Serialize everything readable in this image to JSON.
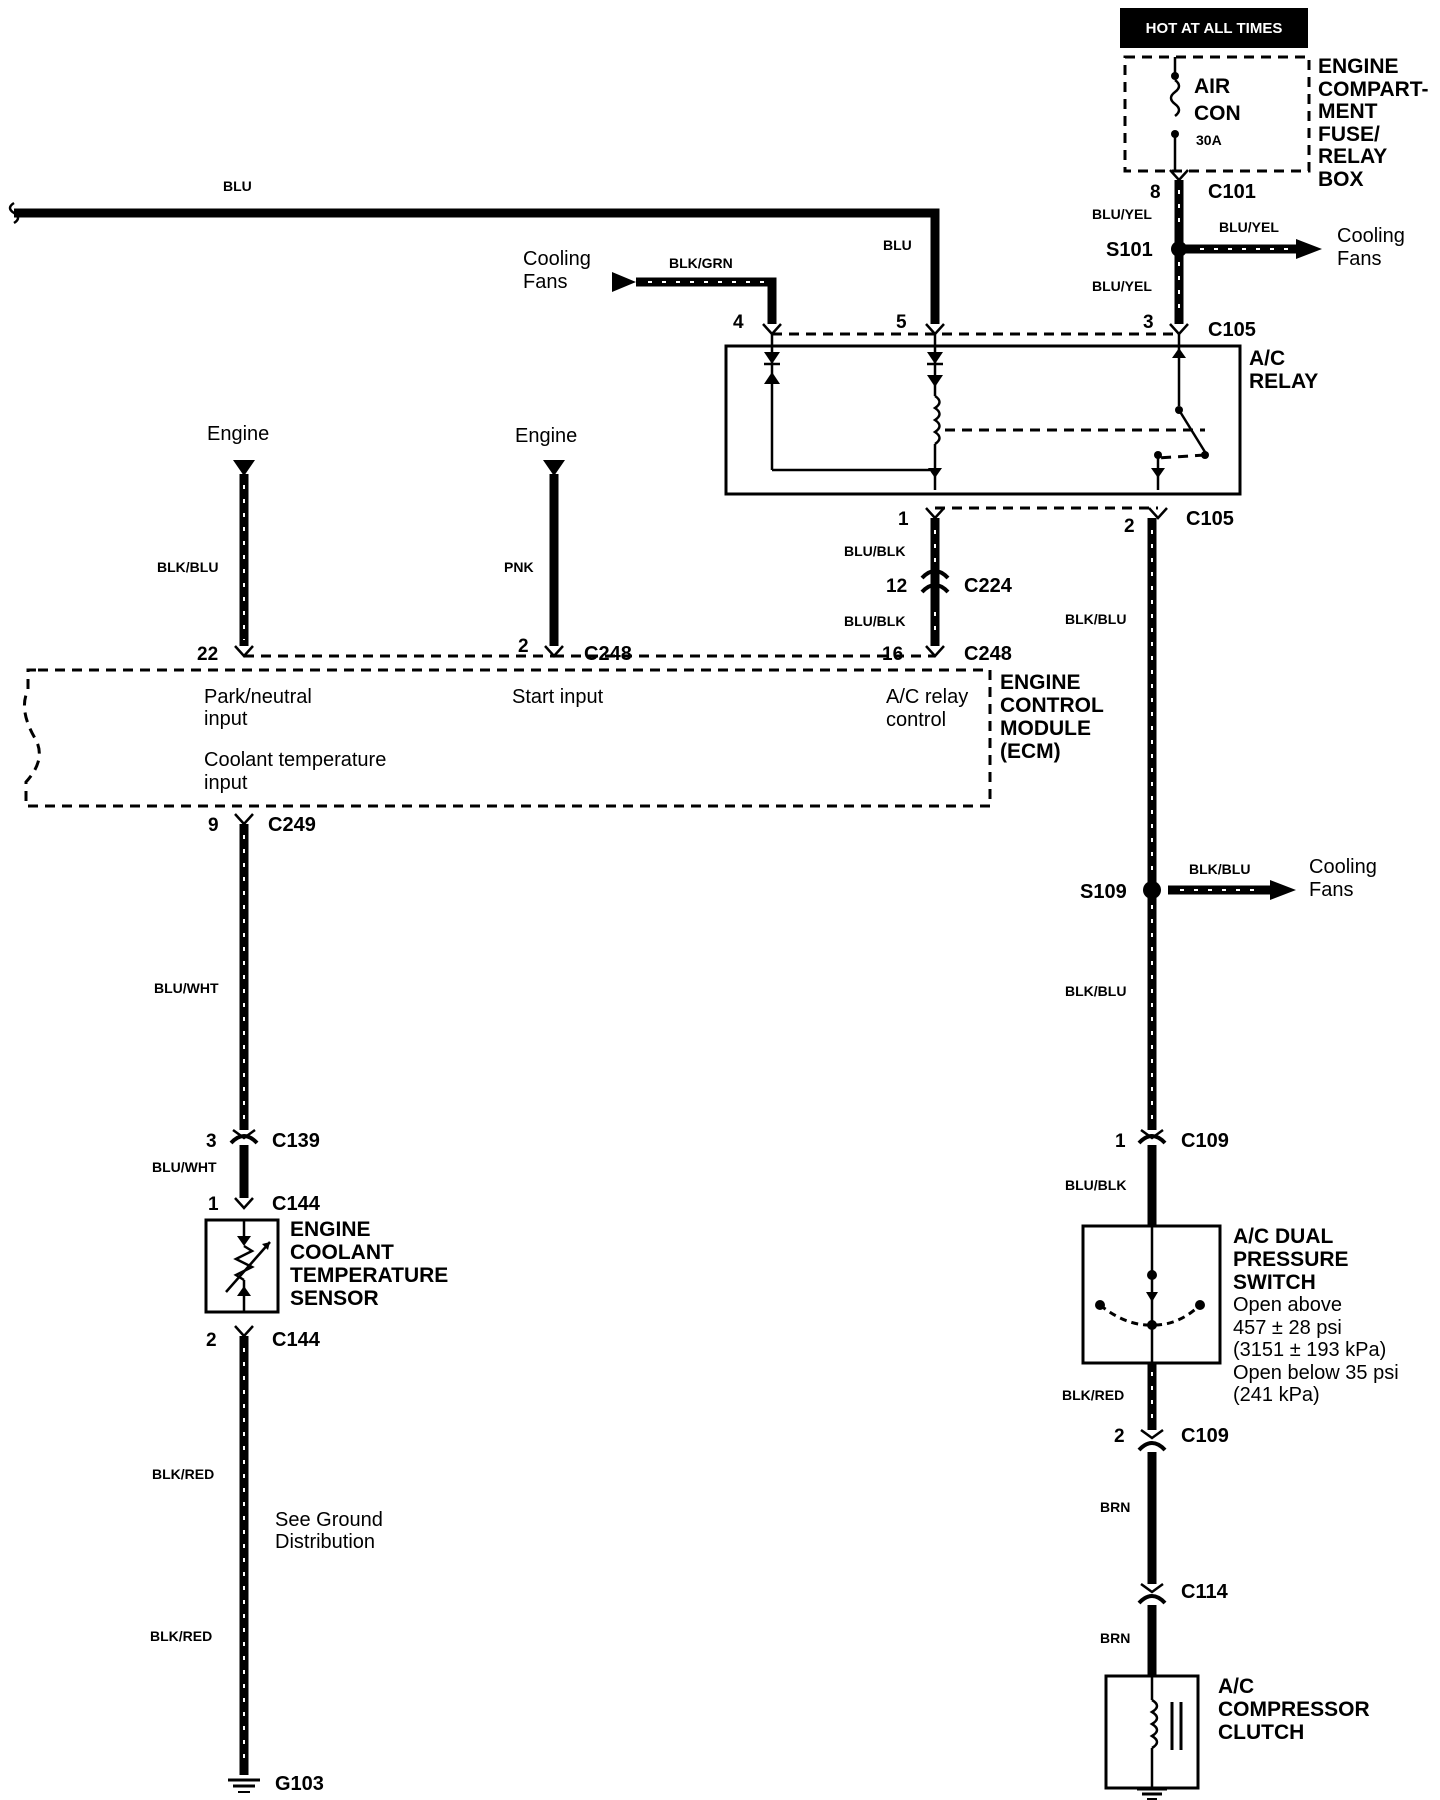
{
  "header": {
    "hot_label": "HOT AT ALL TIMES"
  },
  "fuse_box": {
    "fuse_name_line1": "AIR",
    "fuse_name_line2": "CON",
    "fuse_rating": "30A",
    "title_lines": [
      "ENGINE",
      "COMPART-",
      "MENT",
      "FUSE/",
      "RELAY",
      "BOX"
    ]
  },
  "relay": {
    "title_lines": [
      "A/C",
      "RELAY"
    ]
  },
  "ecm": {
    "title_lines": [
      "ENGINE",
      "CONTROL",
      "MODULE",
      "(ECM)"
    ],
    "park_neutral_line1": "Park/neutral",
    "park_neutral_line2": "input",
    "start_input": "Start input",
    "relay_control_line1": "A/C relay",
    "relay_control_line2": "control",
    "coolant_line1": "Coolant temperature",
    "coolant_line2": "input"
  },
  "ect_sensor": {
    "title_lines": [
      "ENGINE",
      "COOLANT",
      "TEMPERATURE",
      "SENSOR"
    ]
  },
  "pressure_switch": {
    "title_lines": [
      "A/C DUAL",
      "PRESSURE",
      "SWITCH"
    ],
    "spec_lines": [
      "Open above",
      "457 ± 28 psi",
      "(3151 ± 193 kPa)",
      "Open below 35 psi",
      "(241 kPa)"
    ]
  },
  "compressor_clutch": {
    "title_lines": [
      "A/C",
      "COMPRESSOR",
      "CLUTCH"
    ]
  },
  "notes": {
    "ground_line1": "See Ground",
    "ground_line2": "Distribution"
  },
  "destinations": {
    "engine_left": "Engine",
    "engine_mid": "Engine",
    "cooling_fans_relay_line1": "Cooling",
    "cooling_fans_relay_line2": "Fans",
    "cooling_fans_s101_line1": "Cooling",
    "cooling_fans_s101_line2": "Fans",
    "cooling_fans_s109_line1": "Cooling",
    "cooling_fans_s109_line2": "Fans"
  },
  "wires": {
    "blu_top": "BLU",
    "blu_vertical": "BLU",
    "blk_grn": "BLK/GRN",
    "blu_yel_upper": "BLU/YEL",
    "blu_yel_branch": "BLU/YEL",
    "blu_yel_lower": "BLU/YEL",
    "blk_blu_left": "BLK/BLU",
    "pnk": "PNK",
    "blu_blk_1": "BLU/BLK",
    "blu_blk_2": "BLU/BLK",
    "blk_blu_right_upper": "BLK/BLU",
    "blk_blu_branch": "BLK/BLU",
    "blk_blu_right_lower": "BLK/BLU",
    "blu_wht_1": "BLU/WHT",
    "blu_wht_2": "BLU/WHT",
    "blu_blk_3": "BLU/BLK",
    "blk_red_right": "BLK/RED",
    "brn_1": "BRN",
    "brn_2": "BRN",
    "blk_red_left_1": "BLK/RED",
    "blk_red_left_2": "BLK/RED"
  },
  "connectors": {
    "c101": "C101",
    "s101": "S101",
    "c105_top": "C105",
    "c105_bottom": "C105",
    "c224": "C224",
    "c248_mid": "C248",
    "c248_right": "C248",
    "c249": "C249",
    "s109": "S109",
    "c109_top": "C109",
    "c139": "C139",
    "c144_top": "C144",
    "c144_bottom": "C144",
    "c109_bottom": "C109",
    "c114": "C114",
    "g103": "G103"
  },
  "pins": {
    "p8": "8",
    "p4": "4",
    "p5": "5",
    "p3": "3",
    "p1": "1",
    "p2_relay": "2",
    "p12": "12",
    "p16": "16",
    "p22": "22",
    "p2_start": "2",
    "p9": "9",
    "p3_c139": "3",
    "p1_c144": "1",
    "p2_c144": "2",
    "p1_c109": "1",
    "p2_c109": "2"
  }
}
